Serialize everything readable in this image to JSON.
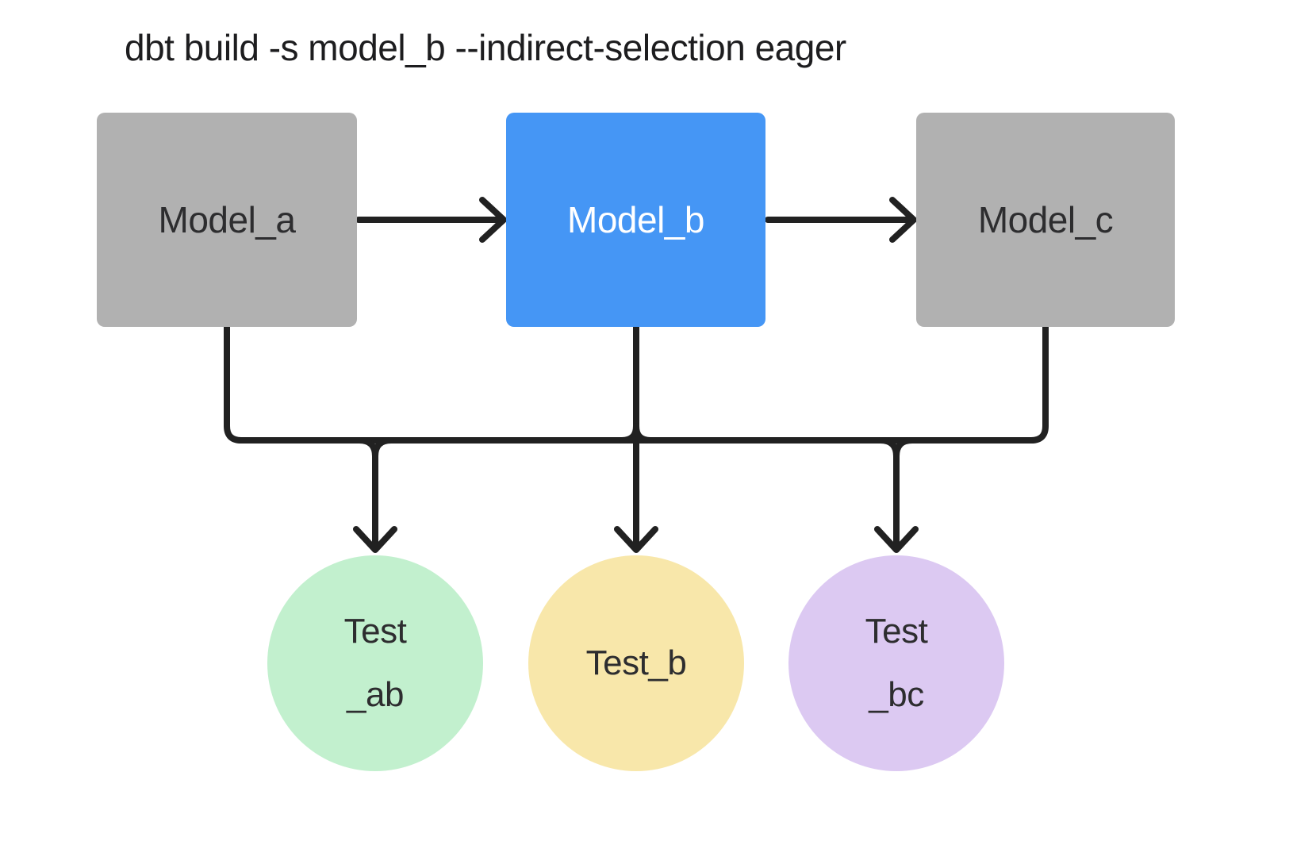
{
  "title": "dbt build -s model_b --indirect-selection eager",
  "colors": {
    "background": "#ffffff",
    "edge": "#212121",
    "title_text": "#1d1d1f",
    "node_label_dark": "#2d2d2f",
    "node_label_light": "#ffffff",
    "model_default": "#b1b1b1",
    "model_selected": "#4596f5",
    "test_ab": "#c2f0ce",
    "test_b": "#f8e7aa",
    "test_bc": "#dcc9f2"
  },
  "nodes": {
    "model_a": {
      "label": "Model_a",
      "type": "model",
      "color": "#b1b1b1"
    },
    "model_b": {
      "label": "Model_b",
      "type": "model",
      "color": "#4596f5"
    },
    "model_c": {
      "label": "Model_c",
      "type": "model",
      "color": "#b1b1b1"
    },
    "test_ab": {
      "label_line1": "Test",
      "label_line2": "_ab",
      "type": "test",
      "color": "#c2f0ce"
    },
    "test_b": {
      "label_line1": "Test_b",
      "label_line2": "",
      "type": "test",
      "color": "#f8e7aa"
    },
    "test_bc": {
      "label_line1": "Test",
      "label_line2": "_bc",
      "type": "test",
      "color": "#dcc9f2"
    }
  },
  "edges": [
    {
      "from": "model_a",
      "to": "model_b"
    },
    {
      "from": "model_b",
      "to": "model_c"
    },
    {
      "from": "model_a",
      "to": "test_ab"
    },
    {
      "from": "model_b",
      "to": "test_ab"
    },
    {
      "from": "model_b",
      "to": "test_b"
    },
    {
      "from": "model_b",
      "to": "test_bc"
    },
    {
      "from": "model_c",
      "to": "test_bc"
    }
  ]
}
